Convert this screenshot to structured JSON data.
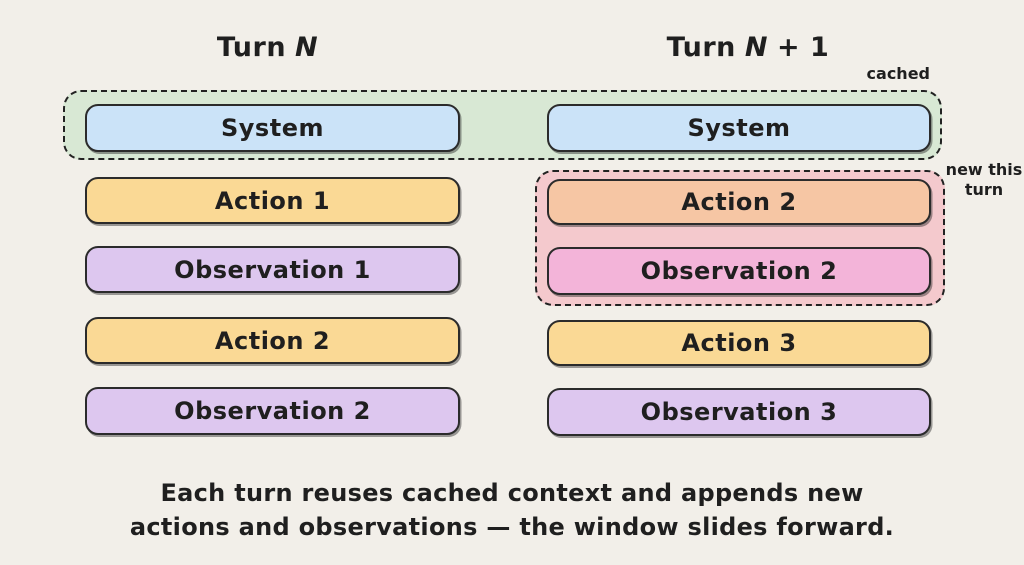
{
  "diagram": {
    "titles": {
      "left": {
        "prefix": "Turn",
        "variable": "N",
        "suffix": ""
      },
      "right": {
        "prefix": "Turn",
        "variable": "N",
        "suffix": "+ 1"
      }
    },
    "annotations": {
      "cached": "cached",
      "new_this_turn": {
        "line1": "new this",
        "line2": "turn"
      }
    },
    "turn_n": {
      "system": "System",
      "rows": [
        {
          "label": "Action 1",
          "kind": "action"
        },
        {
          "label": "Observation 1",
          "kind": "observation"
        },
        {
          "label": "Action 2",
          "kind": "action"
        },
        {
          "label": "Observation 2",
          "kind": "observation"
        }
      ]
    },
    "turn_n_plus_1": {
      "system": "System",
      "new_rows": [
        {
          "label": "Action 2",
          "kind": "action-new"
        },
        {
          "label": "Observation 2",
          "kind": "observation-new"
        }
      ],
      "rows": [
        {
          "label": "Action 3",
          "kind": "action"
        },
        {
          "label": "Observation 3",
          "kind": "observation"
        }
      ]
    },
    "caption": {
      "line1": "Each turn reuses cached context and appends new",
      "line2": "actions and observations — the window slides forward."
    },
    "colors": {
      "background": "#F2EFE9",
      "cached_group_fill": "#D8E8D4",
      "new_group_fill": "#F4C9CD",
      "system_fill": "#CBE3F8",
      "action_fill": "#FAD995",
      "observation_fill": "#DDC7EF",
      "action_new_fill": "#F6C6A4",
      "observation_new_fill": "#F3B4D9",
      "stroke": "#2B2B2B",
      "text": "#1F1F1F"
    }
  }
}
